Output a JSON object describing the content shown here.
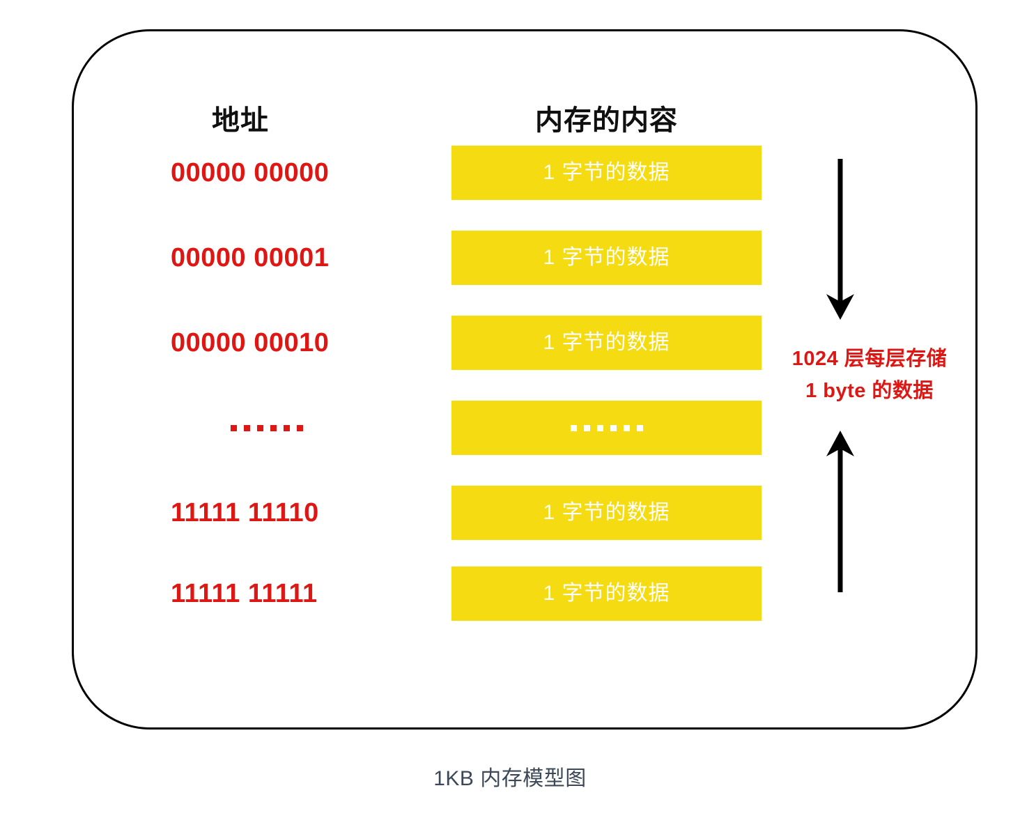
{
  "diagram": {
    "caption": "1KB 内存模型图",
    "columns": {
      "address_header": "地址",
      "memory_header": "内存的内容"
    },
    "rows": [
      {
        "address": "00000 00000",
        "content": "1 字节的数据",
        "is_ellipsis": false
      },
      {
        "address": "00000 00001",
        "content": "1 字节的数据",
        "is_ellipsis": false
      },
      {
        "address": "00000 00010",
        "content": "1 字节的数据",
        "is_ellipsis": false
      },
      {
        "address": "......",
        "content": "......",
        "is_ellipsis": true
      },
      {
        "address": "11111 11110",
        "content": "1 字节的数据",
        "is_ellipsis": false
      },
      {
        "address": "11111 11111",
        "content": "1 字节的数据",
        "is_ellipsis": false
      }
    ],
    "annotation": {
      "line1": "1024 层每层存储",
      "line2": "1 byte 的数据"
    },
    "colors": {
      "address_red": "#DD1714",
      "cell_yellow": "#F5DB12",
      "cell_text": "#FFFFFF",
      "frame_border": "#000000",
      "caption_text": "#3C4858",
      "arrow": "#000000"
    }
  }
}
